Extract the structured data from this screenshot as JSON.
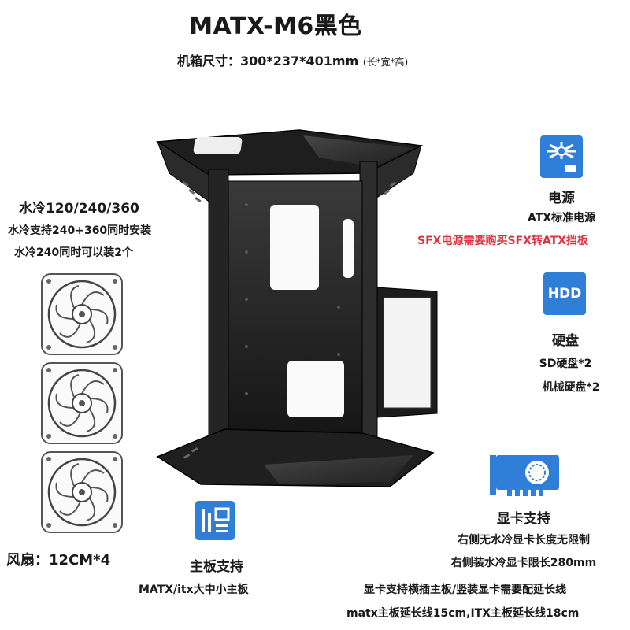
{
  "header": {
    "title": "MATX-M6黑色",
    "dims_label": "机箱尺寸：300*237*401mm",
    "dims_note": "(长*宽*高)"
  },
  "water_cooling": {
    "title": "水冷120/240/360",
    "line1": "水冷支持240+360同时安装",
    "line2": "水冷240同时可以装2个"
  },
  "fans": {
    "label": "风扇：12CM*4"
  },
  "motherboard": {
    "title": "主板支持",
    "desc": "MATX/itx大中小主板"
  },
  "psu": {
    "title": "电源",
    "desc": "ATX标准电源",
    "warning": "SFX电源需要购买SFX转ATX挡板"
  },
  "hdd": {
    "icon_text": "HDD",
    "title": "硬盘",
    "line1": "SD硬盘*2",
    "line2": "机械硬盘*2"
  },
  "gpu": {
    "title": "显卡支持",
    "line1": "右侧无水冷显卡长度无限制",
    "line2": "右侧装水冷显卡限长280mm",
    "line3": "显卡支持横插主板/竖装显卡需要配延长线",
    "line4": "matx主板延长线15cm,ITX主板延长线18cm"
  },
  "colors": {
    "accent_red": "#e03040",
    "icon_blue": "#2f7fd8"
  }
}
